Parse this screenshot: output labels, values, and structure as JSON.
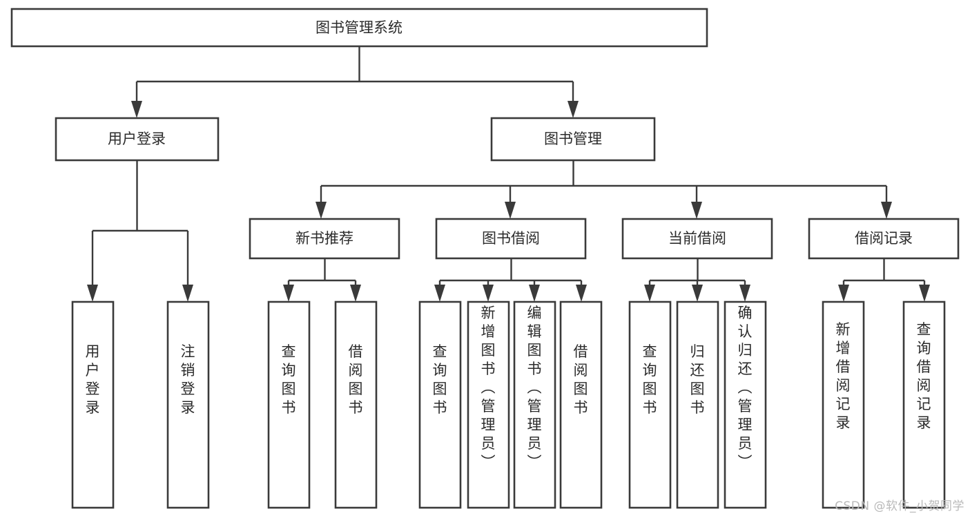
{
  "diagram": {
    "type": "tree",
    "title": "图书管理系统",
    "orientation": "top-down",
    "colors": {
      "box_stroke": "#3a3a3a",
      "box_fill": "#ffffff",
      "connector": "#3a3a3a",
      "text": "#2b2b2b",
      "watermark": "#b9b9b9",
      "background": "#ffffff"
    },
    "watermark": "CSDN @软件_小贺同学",
    "root": {
      "id": "root",
      "label": "图书管理系统",
      "orientation": "horizontal"
    },
    "level2": [
      {
        "id": "user-login",
        "label": "用户登录",
        "orientation": "horizontal"
      },
      {
        "id": "book-manage",
        "label": "图书管理",
        "orientation": "horizontal"
      }
    ],
    "level3": [
      {
        "id": "new-book-recommend",
        "label": "新书推荐",
        "orientation": "horizontal",
        "parent": "book-manage"
      },
      {
        "id": "book-borrow",
        "label": "图书借阅",
        "orientation": "horizontal",
        "parent": "book-manage"
      },
      {
        "id": "current-borrow",
        "label": "当前借阅",
        "orientation": "horizontal",
        "parent": "book-manage"
      },
      {
        "id": "borrow-record",
        "label": "借阅记录",
        "orientation": "horizontal",
        "parent": "book-manage"
      }
    ],
    "leaves": [
      {
        "id": "leaf-user-login",
        "label": "用户登录",
        "orientation": "vertical",
        "parent": "user-login"
      },
      {
        "id": "leaf-logout-login",
        "label": "注销登录",
        "orientation": "vertical",
        "parent": "user-login"
      },
      {
        "id": "leaf-query-book-1",
        "label": "查询图书",
        "orientation": "vertical",
        "parent": "new-book-recommend"
      },
      {
        "id": "leaf-borrow-book-1",
        "label": "借阅图书",
        "orientation": "vertical",
        "parent": "new-book-recommend"
      },
      {
        "id": "leaf-query-book-2",
        "label": "查询图书",
        "orientation": "vertical",
        "parent": "book-borrow"
      },
      {
        "id": "leaf-add-book",
        "label": "新增图书（管理员）",
        "orientation": "vertical",
        "parent": "book-borrow"
      },
      {
        "id": "leaf-edit-book",
        "label": "编辑图书（管理员）",
        "orientation": "vertical",
        "parent": "book-borrow"
      },
      {
        "id": "leaf-borrow-book-2",
        "label": "借阅图书",
        "orientation": "vertical",
        "parent": "book-borrow"
      },
      {
        "id": "leaf-query-book-3",
        "label": "查询图书",
        "orientation": "vertical",
        "parent": "current-borrow"
      },
      {
        "id": "leaf-return-book",
        "label": "归还图书",
        "orientation": "vertical",
        "parent": "current-borrow"
      },
      {
        "id": "leaf-confirm-return",
        "label": "确认归还（管理员）",
        "orientation": "vertical",
        "parent": "current-borrow"
      },
      {
        "id": "leaf-add-record",
        "label": "新增借阅记录",
        "orientation": "vertical",
        "parent": "borrow-record"
      },
      {
        "id": "leaf-query-record",
        "label": "查询借阅记录",
        "orientation": "vertical",
        "parent": "borrow-record"
      }
    ]
  }
}
